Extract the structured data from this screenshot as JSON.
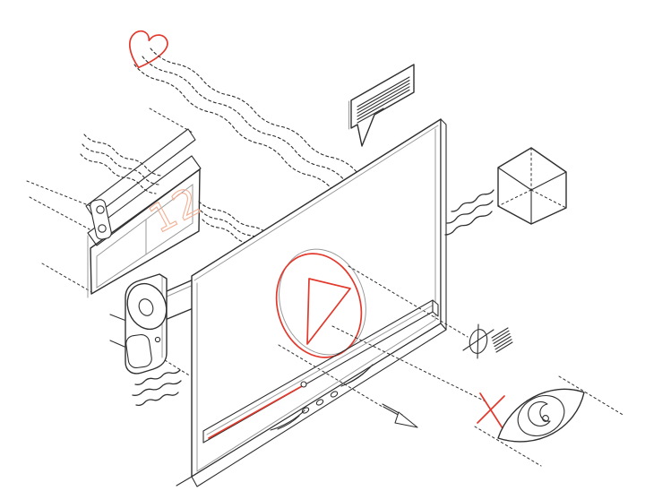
{
  "meta": {
    "title": "Isometric video player illustration",
    "description": "Line drawing of a screen with play button and media production icons"
  },
  "player": {
    "take_number": "12",
    "progress_percent": 41
  },
  "colors": {
    "accent": "#e2392c",
    "accent_soft": "#f2b094",
    "ink": "#2f2f2f",
    "ink_soft": "#9a9a9a",
    "background": "#ffffff"
  },
  "icons": [
    {
      "name": "heart-icon"
    },
    {
      "name": "clapperboard-icon"
    },
    {
      "name": "video-camera-icon"
    },
    {
      "name": "speech-bubble-icon"
    },
    {
      "name": "cube-icon"
    },
    {
      "name": "play-icon"
    },
    {
      "name": "progress-bar"
    },
    {
      "name": "eye-off-icon"
    },
    {
      "name": "cross-icon"
    },
    {
      "name": "eye-icon"
    },
    {
      "name": "arrow-icon"
    }
  ]
}
